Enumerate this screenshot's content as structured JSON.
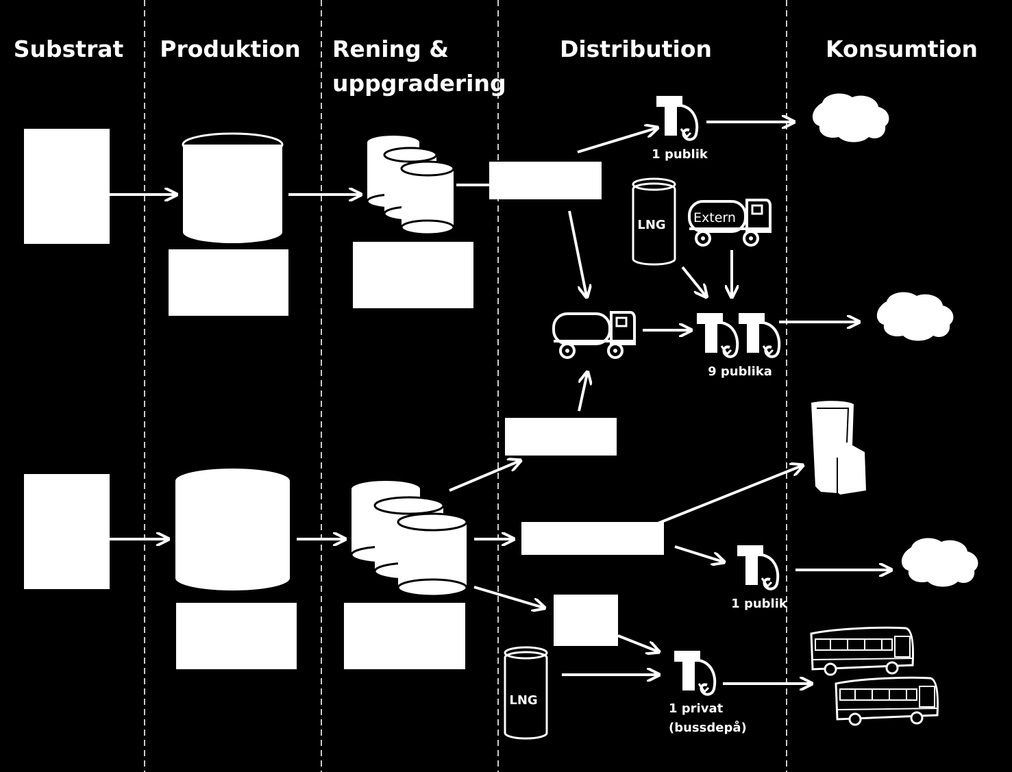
{
  "columns": [
    "Substrat",
    "Produktion",
    "Rening &",
    "uppgradering",
    "Distribution",
    "Konsumtion"
  ],
  "labels": {
    "station_top": "1 publik",
    "stations_middle": "9 publika",
    "station_lower": "1 publik",
    "station_bus_line1": "1 privat",
    "station_bus_line2": "(bussdepå)",
    "lng_upper": "LNG",
    "lng_lower": "LNG",
    "truck_extern": "Extern"
  },
  "colors": {
    "background": "#000000",
    "foreground": "#ffffff"
  },
  "icons": [
    "fuel-pump-icon",
    "car-icon",
    "truck-icon",
    "tank-icon",
    "chair-icon",
    "bus-icon"
  ]
}
